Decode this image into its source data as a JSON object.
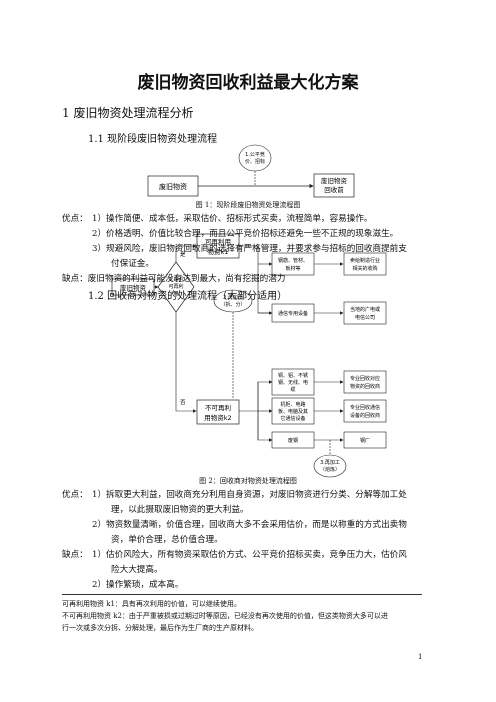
{
  "title": "废旧物资回收利益最大化方案",
  "sec1": "1 废旧物资处理流程分析",
  "sec11": "1.1 现阶段废旧物资处理流程",
  "fig1": {
    "box_left": "废旧物资",
    "box_right": [
      "废旧物资",
      "回收前"
    ],
    "note": [
      "1.公平竞",
      "价、招标"
    ],
    "caption": "图 1：现阶段废旧物资处理流程图"
  },
  "adv1": {
    "label": "优点：",
    "items": [
      "1）操作简便、成本低，采取估价、招标形式买卖，流程简单，容易操作。",
      "2）价格透明、价值比较合理，而且公平竞价招标还避免一些不正规的现象滋生。",
      "3）规避风险，废旧物资回收商的选择有严格管理，并要求参与招标的回收商提前支",
      "付保证金。"
    ]
  },
  "dis1": "缺点：废旧物资的利益可能没有达到最大，尚有挖掘的潜力",
  "sec12": "1.2 回收商对物资的处理流程（大部分适用）",
  "fig2": {
    "start": "废旧物资",
    "diamond": [
      "1.是否",
      "可再利",
      "用"
    ],
    "yes": "是",
    "no": "否",
    "reuse": [
      "可再利用",
      "物资k1"
    ],
    "nonreuse": [
      "不可再利",
      "用物资k2"
    ],
    "process2": [
      "2.再加工",
      "（拆、分）"
    ],
    "process3": [
      "3.再加工",
      "（熔炼）"
    ],
    "mid": [
      [
        "钢筋、管材、",
        "板材等"
      ],
      [
        "通信专用设备"
      ],
      [
        "铜、铝、不锈",
        "钢、无线、电",
        "缆"
      ],
      [
        "机柜、电路",
        "板、电脑及其",
        "它通信设备"
      ],
      [
        "废钢"
      ]
    ],
    "right": [
      [
        "卖给制造行业",
        "相关的收购"
      ],
      [
        "当地的广电或",
        "电信公司"
      ],
      [
        "专业回收对应",
        "物资的回收商"
      ],
      [
        "专业回收通信",
        "设备的回收商"
      ],
      [
        "钢厂"
      ]
    ],
    "caption": "图 2：回收商对物资处理流程图"
  },
  "adv2": {
    "label": "优点：",
    "items": [
      "1）拆取更大利益，回收商充分利用自身资源，对废旧物资进行分类、分解等加工处",
      "理，以此摄取废旧物资的更大利益。",
      "2）物资数量清晰，价值合理，回收商大多不会采用估价，而是以称重的方式出卖物",
      "资，单价合理，总价值合理。"
    ]
  },
  "dis2": {
    "label": "缺点：",
    "items": [
      "1）估价风险大，所有物资采取估价方式、公平竞价招标买卖，竞争压力大，估价风",
      "险大大提高。",
      "2）操作繁琐，成本高。"
    ]
  },
  "footnotes": [
    "可再利用物资 k1：具有再次利用的价值，可以继续使用。",
    "不可再利用物资 k2：由于严重被损或过期过时等原因，已经没有再次使用的价值，但这类物资大多可以进",
    "行一次或多次分拆、分解处理，最后作为生厂商的生产原材料。"
  ],
  "page_number": "1"
}
